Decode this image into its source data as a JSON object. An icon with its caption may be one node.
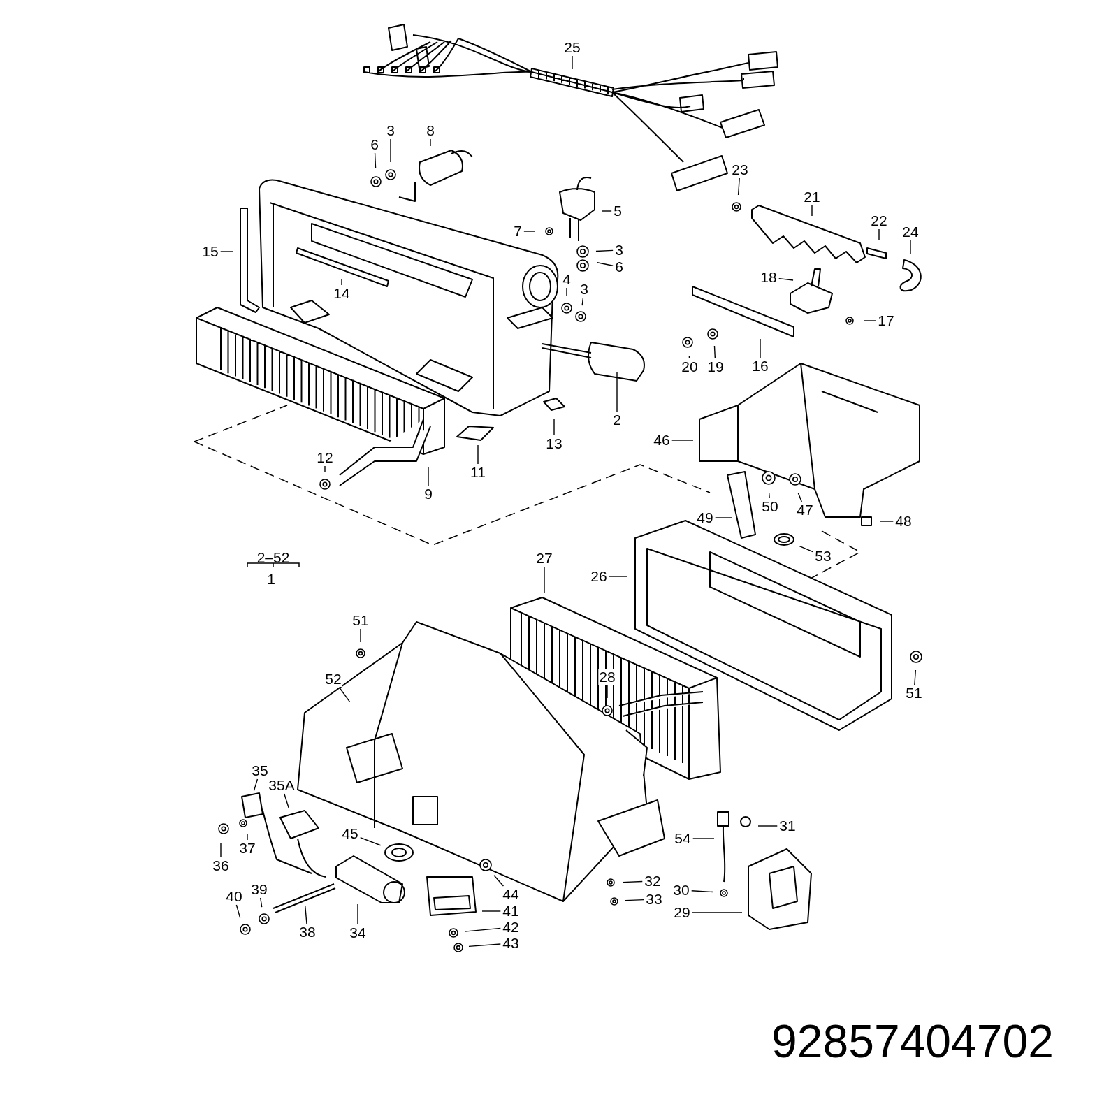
{
  "diagram": {
    "nodes": [
      {
        "text": [
          "25"
        ]
      },
      {
        "text": [
          "6"
        ]
      },
      {
        "text": [
          "3"
        ]
      },
      {
        "text": [
          "8"
        ]
      },
      {
        "text": [
          "5"
        ]
      },
      {
        "text": [
          "7"
        ]
      },
      {
        "text": [
          "3"
        ]
      },
      {
        "text": [
          "6"
        ]
      },
      {
        "text": [
          "4"
        ]
      },
      {
        "text": [
          "3"
        ]
      },
      {
        "text": [
          "15"
        ]
      },
      {
        "text": [
          "14"
        ]
      },
      {
        "text": [
          "23"
        ]
      },
      {
        "text": [
          "21"
        ]
      },
      {
        "text": [
          "22"
        ]
      },
      {
        "text": [
          "24"
        ]
      },
      {
        "text": [
          "18"
        ]
      },
      {
        "text": [
          "17"
        ]
      },
      {
        "text": [
          "20"
        ]
      },
      {
        "text": [
          "19"
        ]
      },
      {
        "text": [
          "16"
        ]
      },
      {
        "text": [
          "2"
        ]
      },
      {
        "text": [
          "13"
        ]
      },
      {
        "text": [
          "11"
        ]
      },
      {
        "text": [
          "12"
        ]
      },
      {
        "text": [
          "9"
        ]
      },
      {
        "text": [
          "46"
        ]
      },
      {
        "text": [
          "50"
        ]
      },
      {
        "text": [
          "47"
        ]
      },
      {
        "text": [
          "49"
        ]
      },
      {
        "text": [
          "48"
        ]
      },
      {
        "text": [
          "53"
        ]
      },
      {
        "text": [
          "27"
        ]
      },
      {
        "text": [
          "26"
        ]
      },
      {
        "text": [
          "51"
        ]
      },
      {
        "text": [
          "52"
        ]
      },
      {
        "text": [
          "28"
        ]
      },
      {
        "text": [
          "51"
        ]
      },
      {
        "text": [
          "35"
        ]
      },
      {
        "text": [
          "35A"
        ]
      },
      {
        "text": [
          "36"
        ]
      },
      {
        "text": [
          "37"
        ]
      },
      {
        "text": [
          "45"
        ]
      },
      {
        "text": [
          "54"
        ]
      },
      {
        "text": [
          "31"
        ]
      },
      {
        "text": [
          "32"
        ]
      },
      {
        "text": [
          "33"
        ]
      },
      {
        "text": [
          "30"
        ]
      },
      {
        "text": [
          "29"
        ]
      },
      {
        "text": [
          "40"
        ]
      },
      {
        "text": [
          "39"
        ]
      },
      {
        "text": [
          "38"
        ]
      },
      {
        "text": [
          "34"
        ]
      },
      {
        "text": [
          "44"
        ]
      },
      {
        "text": [
          "41"
        ]
      },
      {
        "text": [
          "42"
        ]
      },
      {
        "text": [
          "43"
        ]
      }
    ],
    "edges": [
      {
        "from": 0,
        "to": null,
        "arrow": "none"
      },
      {
        "from": 1,
        "to": null,
        "arrow": "none"
      },
      {
        "from": 2,
        "to": null,
        "arrow": "none"
      },
      {
        "from": 3,
        "to": null,
        "arrow": "none"
      },
      {
        "from": 4,
        "to": null,
        "arrow": "none"
      },
      {
        "from": 5,
        "to": null,
        "arrow": "none"
      },
      {
        "from": 6,
        "to": null,
        "arrow": "none"
      },
      {
        "from": 7,
        "to": null,
        "arrow": "none"
      },
      {
        "from": 8,
        "to": null,
        "arrow": "none"
      },
      {
        "from": 9,
        "to": null,
        "arrow": "none"
      },
      {
        "from": 10,
        "to": null,
        "arrow": "none"
      },
      {
        "from": 11,
        "to": null,
        "arrow": "none"
      },
      {
        "from": 12,
        "to": null,
        "arrow": "none"
      },
      {
        "from": 13,
        "to": null,
        "arrow": "none"
      },
      {
        "from": 14,
        "to": null,
        "arrow": "none"
      },
      {
        "from": 15,
        "to": null,
        "arrow": "none"
      },
      {
        "from": 16,
        "to": null,
        "arrow": "none"
      },
      {
        "from": 17,
        "to": null,
        "arrow": "none"
      },
      {
        "from": 18,
        "to": null,
        "arrow": "none"
      },
      {
        "from": 19,
        "to": null,
        "arrow": "none"
      },
      {
        "from": 20,
        "to": null,
        "arrow": "none"
      },
      {
        "from": 21,
        "to": null,
        "arrow": "none"
      },
      {
        "from": 22,
        "to": null,
        "arrow": "none"
      },
      {
        "from": 23,
        "to": null,
        "arrow": "none"
      },
      {
        "from": 24,
        "to": null,
        "arrow": "none"
      },
      {
        "from": 25,
        "to": null,
        "arrow": "none"
      },
      {
        "from": 26,
        "to": null,
        "arrow": "none"
      },
      {
        "from": 27,
        "to": null,
        "arrow": "none"
      },
      {
        "from": 28,
        "to": null,
        "arrow": "none"
      },
      {
        "from": 29,
        "to": null,
        "arrow": "none"
      },
      {
        "from": 30,
        "to": null,
        "arrow": "none"
      },
      {
        "from": 31,
        "to": null,
        "arrow": "none"
      },
      {
        "from": 32,
        "to": null,
        "arrow": "none"
      },
      {
        "from": 33,
        "to": null,
        "arrow": "none"
      },
      {
        "from": 34,
        "to": null,
        "arrow": "none"
      },
      {
        "from": 35,
        "to": null,
        "arrow": "none"
      },
      {
        "from": 36,
        "to": null,
        "arrow": "none"
      },
      {
        "from": 37,
        "to": null,
        "arrow": "none"
      },
      {
        "from": 38,
        "to": null,
        "arrow": "none"
      },
      {
        "from": 39,
        "to": null,
        "arrow": "none"
      },
      {
        "from": 40,
        "to": null,
        "arrow": "none"
      },
      {
        "from": 41,
        "to": null,
        "arrow": "none"
      },
      {
        "from": 42,
        "to": null,
        "arrow": "none"
      },
      {
        "from": 43,
        "to": null,
        "arrow": "none"
      },
      {
        "from": 44,
        "to": null,
        "arrow": "none"
      },
      {
        "from": 45,
        "to": null,
        "arrow": "none"
      },
      {
        "from": 46,
        "to": null,
        "arrow": "none"
      },
      {
        "from": 47,
        "to": null,
        "arrow": "none"
      },
      {
        "from": 48,
        "to": null,
        "arrow": "none"
      },
      {
        "from": 49,
        "to": null,
        "arrow": "none"
      },
      {
        "from": 50,
        "to": null,
        "arrow": "none"
      },
      {
        "from": 51,
        "to": null,
        "arrow": "none"
      },
      {
        "from": 52,
        "to": null,
        "arrow": "none"
      },
      {
        "from": 53,
        "to": null,
        "arrow": "none"
      },
      {
        "from": 54,
        "to": null,
        "arrow": "none"
      },
      {
        "from": 55,
        "to": null,
        "arrow": "none"
      },
      {
        "from": 56,
        "to": null,
        "arrow": "none"
      }
    ],
    "labels": [
      "2–52",
      "1",
      "92857404702"
    ]
  }
}
